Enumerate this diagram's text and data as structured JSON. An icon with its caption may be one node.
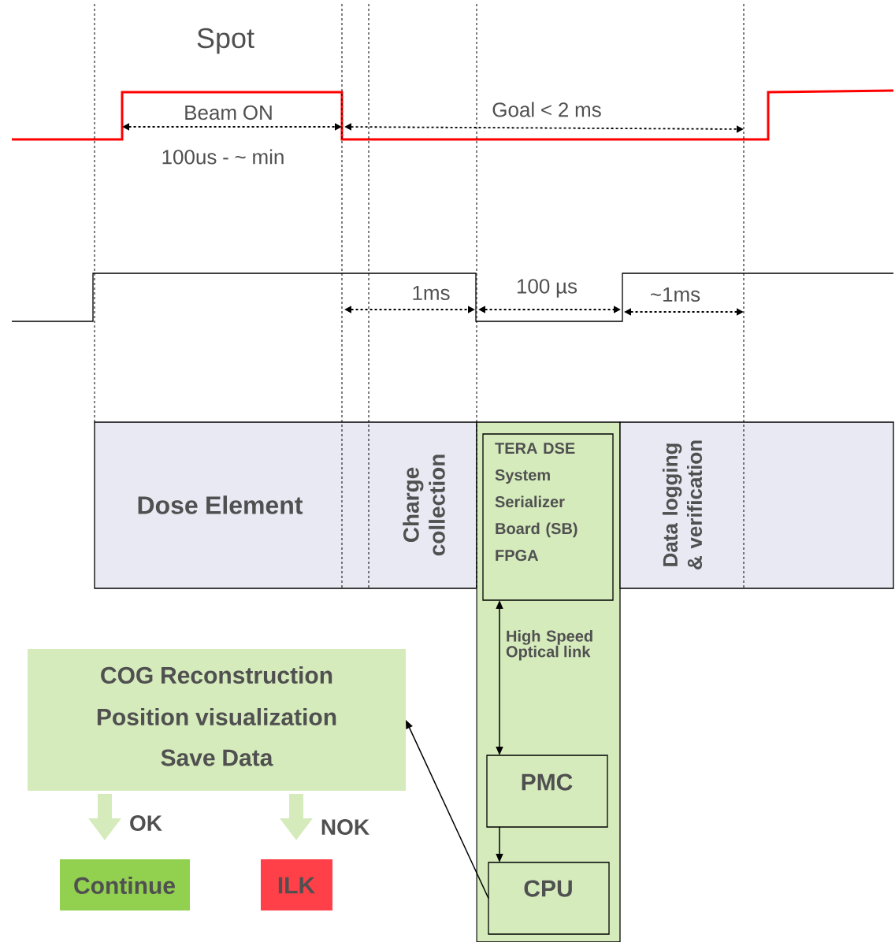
{
  "diagram": {
    "nodes": [
      {
        "text": [
          "Dose Element",
          "Charge collection"
        ]
      },
      {
        "text": [],
        "shape": "box"
      },
      {
        "text": [
          "TERA DSE System Serializer Board (SB) FPGA"
        ],
        "in": 1
      },
      {
        "text": [
          "PMC"
        ],
        "in": 1
      },
      {
        "text": [
          "CPU"
        ],
        "in": 1
      },
      {
        "text": [
          "Data logging & verification"
        ]
      },
      {
        "text": [
          "COG Reconstruction",
          "Position visualization",
          "Save Data"
        ]
      },
      {
        "text": [
          "Continue"
        ]
      },
      {
        "text": [
          "ILK"
        ]
      }
    ],
    "edges": [
      {
        "from": 2,
        "to": 3,
        "arrow": "both",
        "label": "High Speed Optical link"
      },
      {
        "from": 3,
        "to": 4,
        "arrow": "to"
      },
      {
        "from": 4,
        "to": 6,
        "arrow": "to"
      },
      {
        "from": 6,
        "to": 7,
        "arrow": "to",
        "label": "OK",
        "style": "thick",
        "color": "#d5ebbc"
      },
      {
        "from": 6,
        "to": 8,
        "arrow": "to",
        "label": "NOK",
        "style": "thick",
        "color": "#d5ebbc"
      }
    ],
    "labels": [
      "Spot",
      "Beam ON",
      "100us - ~ min",
      "Goal < 2 ms",
      "1ms",
      "100 µs",
      "~1ms"
    ]
  }
}
